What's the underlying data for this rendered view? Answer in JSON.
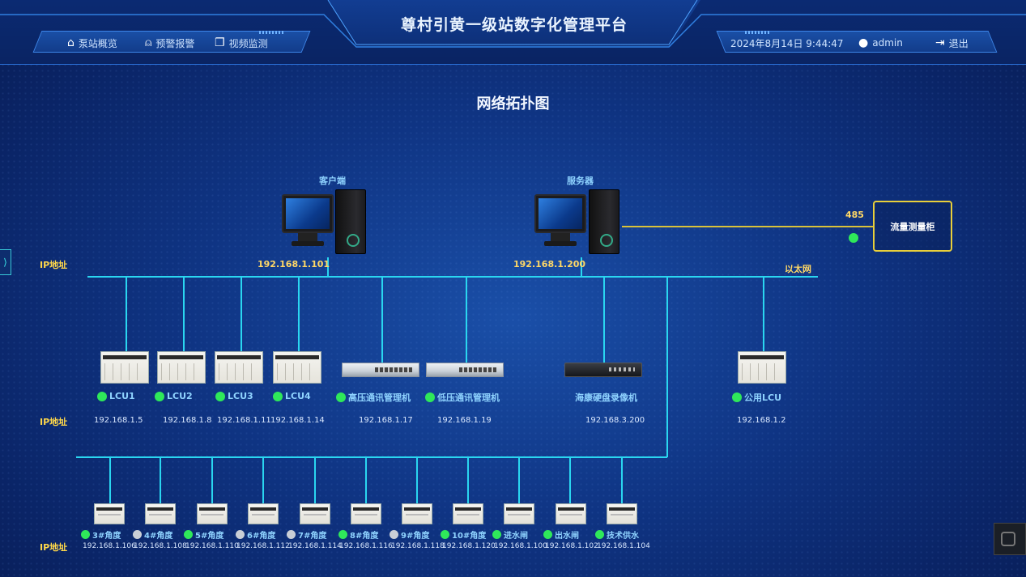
{
  "header": {
    "title": "尊村引黄一级站数字化管理平台",
    "nav": [
      {
        "label": "泵站概览",
        "icon": "home-icon"
      },
      {
        "label": "预警报警",
        "icon": "alarm-icon"
      },
      {
        "label": "视频监测",
        "icon": "video-icon"
      }
    ],
    "datetime": "2024年8月14日 9:44:47",
    "user": "admin",
    "logout": "退出"
  },
  "page_title": "网络拓扑图",
  "ip_label": "IP地址",
  "ethernet_label": "以太网",
  "top": {
    "client": {
      "label": "客户端",
      "ip": "192.168.1.101"
    },
    "server": {
      "label": "服务器",
      "ip": "192.168.1.200"
    },
    "rs485": "485",
    "flow_box": "流量测量柜"
  },
  "mid_devices": [
    {
      "label": "LCU1",
      "ip": "192.168.1.5",
      "status": "on"
    },
    {
      "label": "LCU2",
      "ip": "192.168.1.8",
      "status": "on"
    },
    {
      "label": "LCU3",
      "ip": "192.168.1.11",
      "status": "on"
    },
    {
      "label": "LCU4",
      "ip": "192.168.1.14",
      "status": "on"
    },
    {
      "label": "高压通讯管理机",
      "ip": "192.168.1.17",
      "status": "on"
    },
    {
      "label": "低压通讯管理机",
      "ip": "192.168.1.19",
      "status": "on"
    },
    {
      "label": "海康硬盘录像机",
      "ip": "192.168.3.200",
      "status": "none"
    },
    {
      "label": "公用LCU",
      "ip": "192.168.1.2",
      "status": "on"
    }
  ],
  "bottom_devices": [
    {
      "label": "3#角度",
      "ip": "192.168.1.106",
      "status": "on"
    },
    {
      "label": "4#角度",
      "ip": "192.168.1.108",
      "status": "off"
    },
    {
      "label": "5#角度",
      "ip": "192.168.1.110",
      "status": "on"
    },
    {
      "label": "6#角度",
      "ip": "192.168.1.112",
      "status": "off"
    },
    {
      "label": "7#角度",
      "ip": "192.168.1.114",
      "status": "off"
    },
    {
      "label": "8#角度",
      "ip": "192.168.1.116",
      "status": "on"
    },
    {
      "label": "9#角度",
      "ip": "192.168.1.118",
      "status": "off"
    },
    {
      "label": "10#角度",
      "ip": "192.168.1.120",
      "status": "on"
    },
    {
      "label": "进水闸",
      "ip": "192.168.1.100",
      "status": "on"
    },
    {
      "label": "出水闸",
      "ip": "192.168.1.102",
      "status": "on"
    },
    {
      "label": "技术供水",
      "ip": "192.168.1.104",
      "status": "on"
    }
  ],
  "colors": {
    "line": "#2ad6f0",
    "serial_line": "#d9c23a",
    "online": "#2fe85a",
    "offline": "#c9ced6",
    "ip_label": "#ffd84a"
  }
}
